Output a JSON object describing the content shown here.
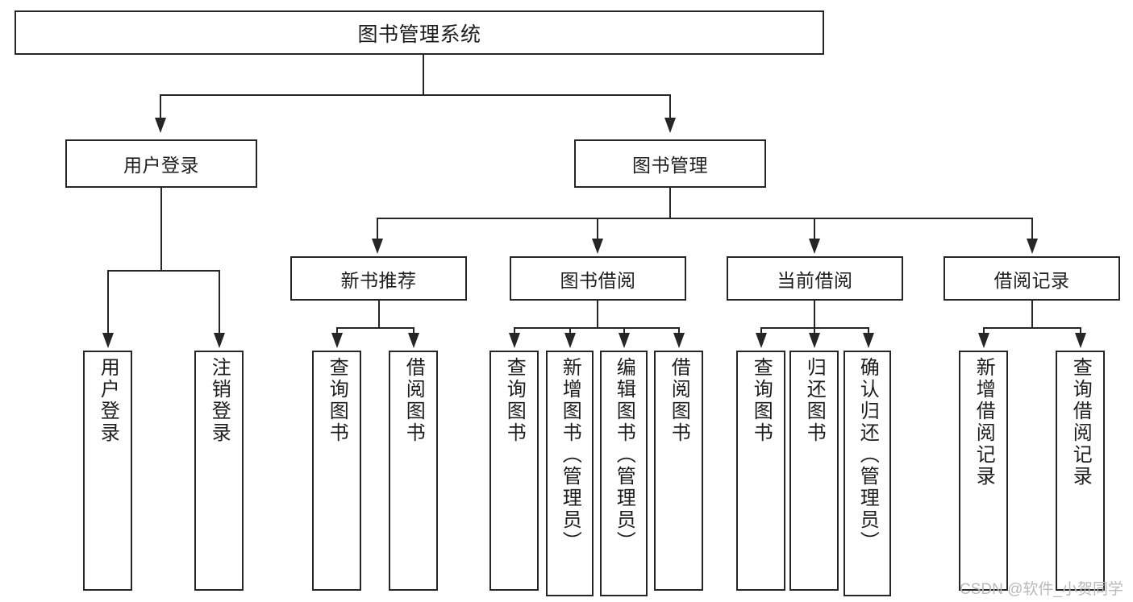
{
  "diagram": {
    "type": "tree-hierarchy-chart",
    "title": "图书管理系统",
    "orientation": "top-down",
    "colors": {
      "line": "#262626",
      "box_fill": "#ffffff",
      "text": "#1d1d1d",
      "watermark": "#b9b9b9"
    },
    "root": {
      "label": "图书管理系统"
    },
    "level2": [
      {
        "label": "用户登录"
      },
      {
        "label": "图书管理"
      }
    ],
    "level3": [
      {
        "label": "新书推荐"
      },
      {
        "label": "图书借阅"
      },
      {
        "label": "当前借阅"
      },
      {
        "label": "借阅记录"
      }
    ],
    "leaves": {
      "user_login": [
        {
          "label": "用户登录"
        },
        {
          "label": "注销登录"
        }
      ],
      "new_book_recommend": [
        {
          "label": "查询图书"
        },
        {
          "label": "借阅图书"
        }
      ],
      "book_borrow": [
        {
          "label": "查询图书"
        },
        {
          "label": "新增图书（管理员）"
        },
        {
          "label": "编辑图书（管理员）"
        },
        {
          "label": "借阅图书"
        }
      ],
      "current_borrow": [
        {
          "label": "查询图书"
        },
        {
          "label": "归还图书"
        },
        {
          "label": "确认归还（管理员）"
        }
      ],
      "borrow_record": [
        {
          "label": "新增借阅记录"
        },
        {
          "label": "查询借阅记录"
        }
      ]
    }
  },
  "watermark": {
    "text": "CSDN @软件_小贺同学"
  }
}
